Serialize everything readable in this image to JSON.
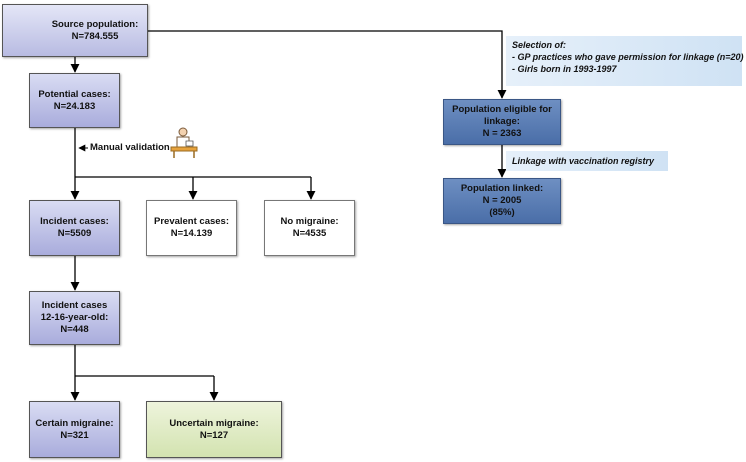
{
  "source": {
    "label": "Source population:",
    "count": "N=784.555"
  },
  "potential": {
    "label": "Potential cases:",
    "count": "N=24.183"
  },
  "validation_label": "Manual validation",
  "incident": {
    "label": "Incident cases:",
    "count": "N=5509"
  },
  "prevalent": {
    "label": "Prevalent cases:",
    "count": "N=14.139"
  },
  "no_migraine": {
    "label": "No migraine:",
    "count": "N=4535"
  },
  "incident_age": {
    "line1": "Incident cases",
    "line2": "12-16-year-old:",
    "count": "N=448"
  },
  "certain": {
    "label": "Certain migraine:",
    "count": "N=321"
  },
  "uncertain": {
    "label": "Uncertain migraine:",
    "count": "N=127"
  },
  "selection_note": {
    "title": "Selection of:",
    "items": [
      "- GP practices who gave permission for linkage (n=20)",
      "- Girls born in 1993-1997"
    ]
  },
  "eligible": {
    "line1": "Population eligible for",
    "line2": "linkage:",
    "count": "N = 2363"
  },
  "linkage_note": "Linkage with vaccination registry",
  "linked": {
    "label": "Population linked:",
    "count": "N = 2005",
    "pct": "(85%)"
  },
  "colors": {
    "lavender": "#a9acdc",
    "green": "#d3e3b0",
    "blue": "#4a6ea8",
    "note": "#cfe2f4"
  },
  "icons": [
    "people-icon",
    "doctor-at-desk-icon",
    "arrow-left-icon"
  ]
}
